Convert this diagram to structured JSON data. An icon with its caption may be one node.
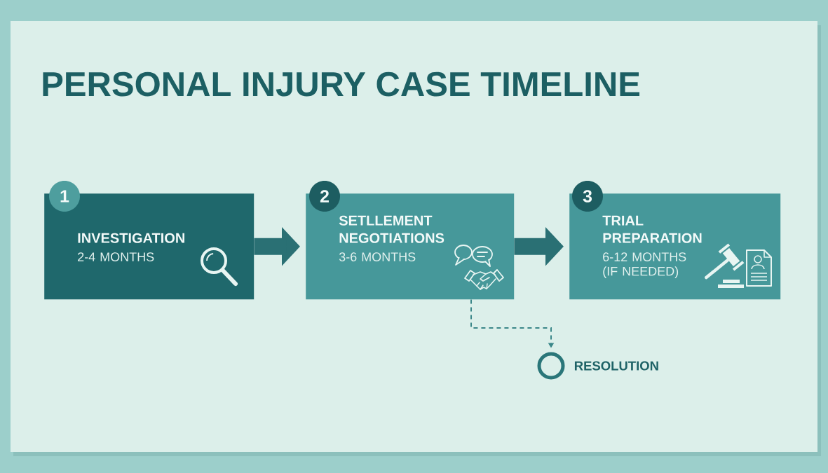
{
  "diagram": {
    "title": "PERSONAL INJURY CASE TIMELINE",
    "nodes": [
      {
        "text": [
          "1"
        ]
      },
      {
        "text": [
          "INVESTIGATION",
          "2-4 MONTHS"
        ]
      },
      {
        "text": [
          "2"
        ]
      },
      {
        "text": [
          "SETLLEMENT NEGOTIATIONS",
          "3-6 MONTHS"
        ]
      },
      {
        "text": [
          "3"
        ]
      },
      {
        "text": [
          "TRIAL PREPARATION",
          "6-12 MONTHS (IF NEEDED)"
        ]
      },
      {
        "text": [],
        "shape": "circle",
        "beside": [
          "RESOLUTION"
        ]
      }
    ],
    "edges": [
      {
        "from": 1,
        "to": 3,
        "arrow": "to"
      },
      {
        "from": 3,
        "to": 5,
        "arrow": "to"
      },
      {
        "from": 3,
        "to": 6,
        "arrow": "to",
        "style": "dashed"
      }
    ]
  }
}
